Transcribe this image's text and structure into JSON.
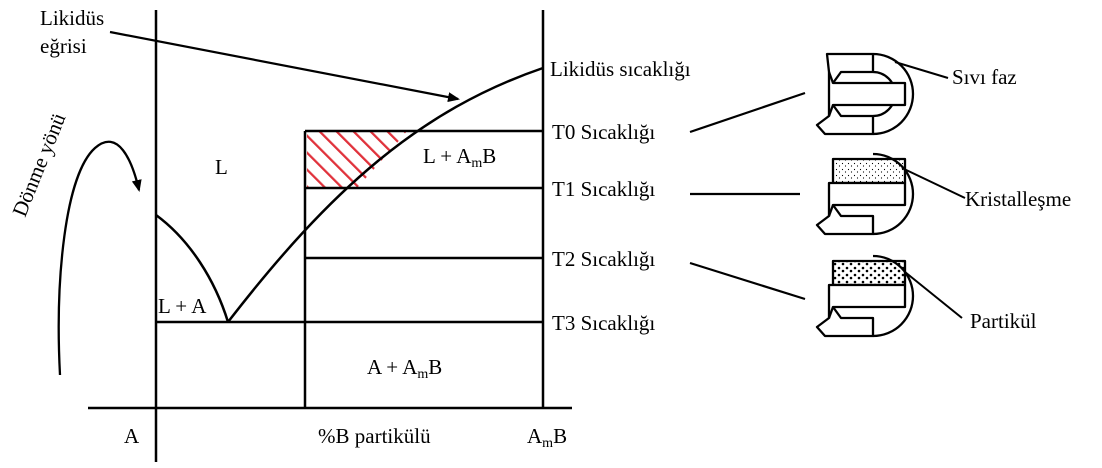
{
  "labels": {
    "liquidus_curve_line1": "Likidüs",
    "liquidus_curve_line2": "eğrisi",
    "rotation_direction": "Dönme yönü",
    "liquidus_temperature": "Likidüs sıcaklığı",
    "region_L": "L",
    "region_L_AmB": {
      "main": "L + A",
      "sub": "m",
      "tail": "B"
    },
    "region_L_A": "L + A",
    "region_A_AmB": {
      "main": "A + A",
      "sub": "m",
      "tail": "B"
    },
    "axis_left": "A",
    "axis_middle": "%B partikülü",
    "axis_right": {
      "main": "A",
      "sub": "m",
      "tail": "B"
    }
  },
  "temperatures": [
    {
      "id": "T0",
      "label": "T0 Sıcaklığı"
    },
    {
      "id": "T1",
      "label": "T1 Sıcaklığı"
    },
    {
      "id": "T2",
      "label": "T2 Sıcaklığı"
    },
    {
      "id": "T3",
      "label": "T3 Sıcaklığı"
    }
  ],
  "schematics": [
    {
      "id": "liquid",
      "label": "Sıvı faz"
    },
    {
      "id": "crystallization",
      "label": "Kristalleşme"
    },
    {
      "id": "particle",
      "label": "Partikül"
    }
  ],
  "colors": {
    "hatch": "#e0303a",
    "line": "#000000",
    "background": "#ffffff"
  }
}
